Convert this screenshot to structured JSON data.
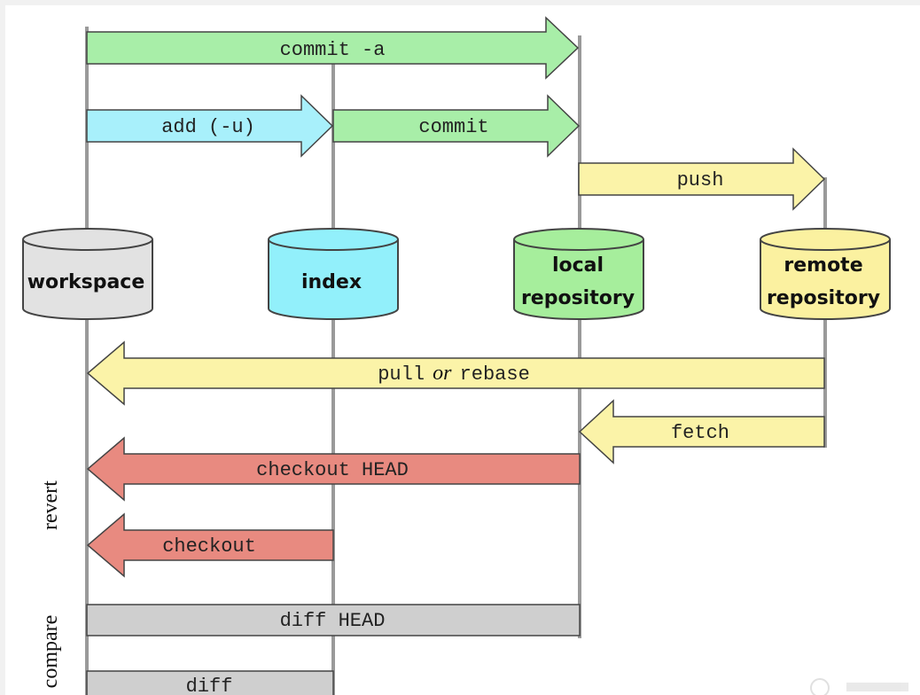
{
  "colors": {
    "green": "#a8eea8",
    "blue": "#a8f0fb",
    "yellow": "#fbf3a8",
    "red": "#e88a80",
    "gray": "#cfcfcf",
    "workspace_store": "#e2e2e2",
    "index_store": "#92f0fb",
    "local_store": "#a6ee9c",
    "remote_store": "#fbf1a0"
  },
  "stores": [
    {
      "id": "workspace",
      "lines": [
        "workspace"
      ]
    },
    {
      "id": "index",
      "lines": [
        "index"
      ]
    },
    {
      "id": "local",
      "lines": [
        "local",
        "repository"
      ]
    },
    {
      "id": "remote",
      "lines": [
        "remote",
        "repository"
      ]
    }
  ],
  "commands": {
    "commit_a": "commit -a",
    "add_u": "add (-u)",
    "commit": "commit",
    "push": "push",
    "pull_part1": "pull",
    "pull_or": "or",
    "pull_part2": "rebase",
    "fetch": "fetch",
    "checkout_head": "checkout HEAD",
    "checkout": "checkout",
    "diff_head": "diff HEAD",
    "diff": "diff"
  },
  "side_labels": {
    "revert": "revert",
    "compare": "compare"
  }
}
